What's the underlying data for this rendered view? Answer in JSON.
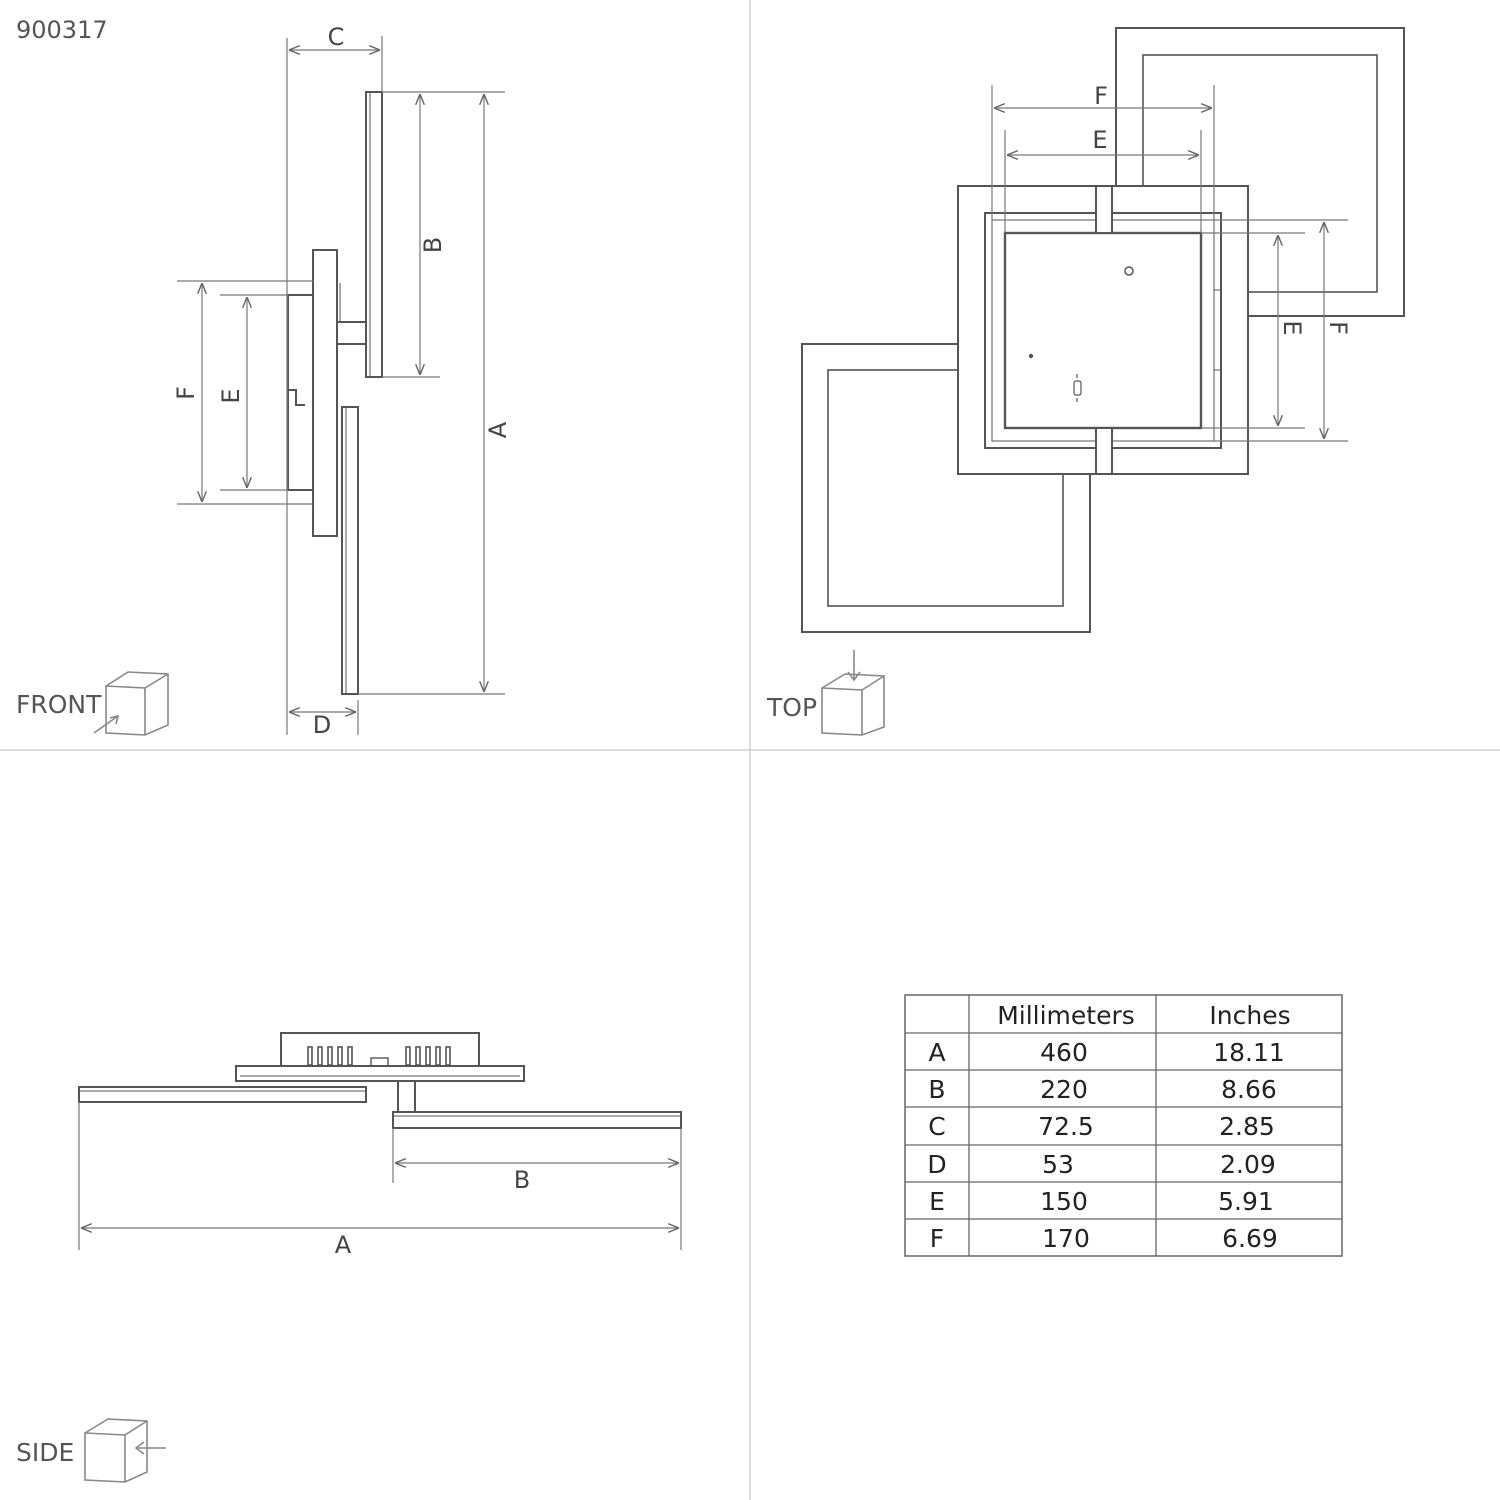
{
  "product_code": "900317",
  "views": {
    "front": {
      "label": "FRONT"
    },
    "top": {
      "label": "TOP"
    },
    "side": {
      "label": "SIDE"
    }
  },
  "dimension_letters": {
    "a": "A",
    "b": "B",
    "c": "C",
    "d": "D",
    "e": "E",
    "f": "F"
  },
  "table": {
    "headers": [
      "",
      "Millimeters",
      "Inches"
    ],
    "rows": [
      {
        "key": "A",
        "mm": "460",
        "in": "18.11"
      },
      {
        "key": "B",
        "mm": "220",
        "in": "8.66"
      },
      {
        "key": "C",
        "mm": "72.5",
        "in": "2.85"
      },
      {
        "key": "D",
        "mm": "53",
        "in": "2.09"
      },
      {
        "key": "E",
        "mm": "150",
        "in": "5.91"
      },
      {
        "key": "F",
        "mm": "170",
        "in": "6.69"
      }
    ]
  }
}
